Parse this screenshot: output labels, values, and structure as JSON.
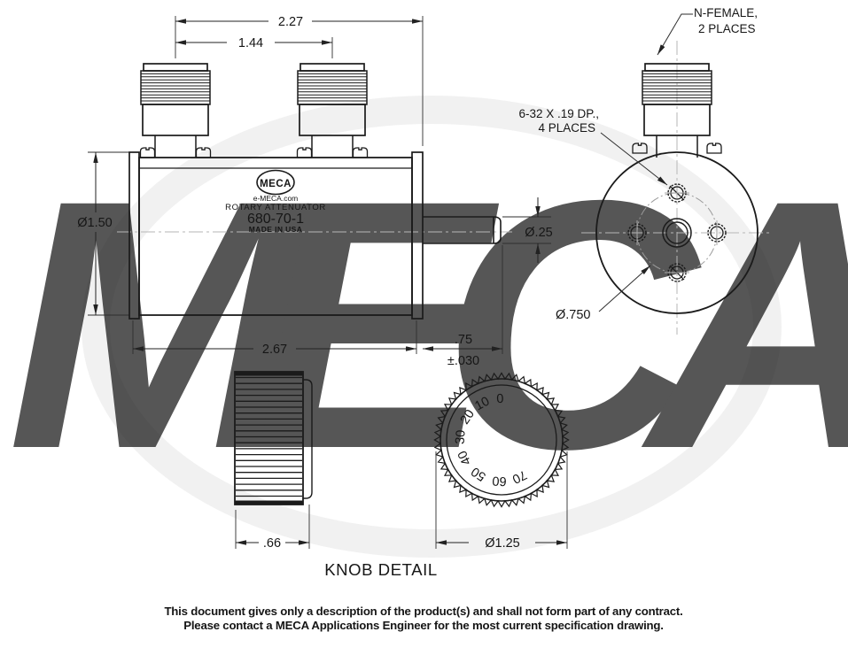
{
  "drawing": {
    "watermark": "MECA",
    "dims": {
      "top_width": "2.27",
      "spacing": "1.44",
      "body_dia": "Ø1.50",
      "body_len": "2.67",
      "shaft_len": ".75",
      "shaft_tol": "±.030",
      "shaft_dia": "Ø.25",
      "bolt_circle": "Ø.750",
      "knob_w": ".66",
      "knob_dia": "Ø1.25"
    },
    "callouts": {
      "nf1": "N-FEMALE,",
      "nf2": "2 PLACES",
      "sc1": "6-32 X .19 DP.,",
      "sc2": "4 PLACES"
    },
    "label": {
      "logo": "MECA",
      "site": "e-MECA.com",
      "type": "ROTARY ATTENUATOR",
      "model": "680-70-1",
      "origin": "MADE IN USA"
    },
    "knob": {
      "title": "KNOB DETAIL",
      "numbers": [
        "0",
        "10",
        "20",
        "30",
        "40",
        "50",
        "60",
        "70"
      ]
    },
    "footer": {
      "line1": "This document gives only a description of the product(s) and shall not form part of any contract.",
      "line2": "Please contact a MECA Applications Engineer for the most current specification drawing."
    }
  }
}
